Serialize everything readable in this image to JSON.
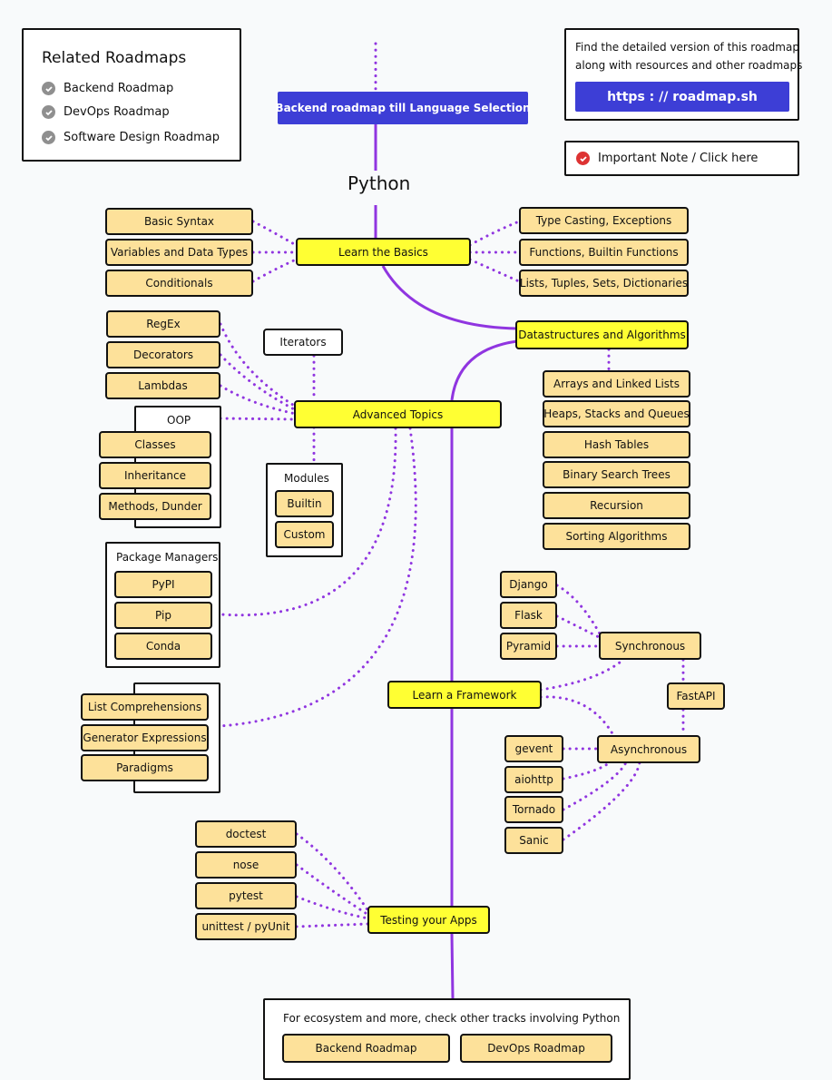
{
  "related": {
    "title": "Related Roadmaps",
    "items": [
      "Backend Roadmap",
      "DevOps Roadmap",
      "Software Design Roadmap"
    ]
  },
  "info": {
    "line1": "Find the detailed version of this roadmap",
    "line2": "along with resources and other roadmaps",
    "link": "https : // roadmap.sh"
  },
  "note": {
    "label": "Important Note / Click here"
  },
  "start": {
    "label": "Backend roadmap till Language Selection"
  },
  "python": "Python",
  "basics": {
    "label": "Learn the Basics",
    "left": [
      "Basic Syntax",
      "Variables and Data Types",
      "Conditionals"
    ],
    "right": [
      "Type Casting, Exceptions",
      "Functions, Builtin Functions",
      "Lists, Tuples, Sets, Dictionaries"
    ]
  },
  "dsa": {
    "label": "Datastructures and Algorithms",
    "items": [
      "Arrays and Linked Lists",
      "Heaps, Stacks and Queues",
      "Hash Tables",
      "Binary Search Trees",
      "Recursion",
      "Sorting Algorithms"
    ]
  },
  "advanced": {
    "label": "Advanced Topics",
    "left": [
      "RegEx",
      "Decorators",
      "Lambdas"
    ],
    "iterators": "Iterators",
    "oop": {
      "title": "OOP",
      "items": [
        "Classes",
        "Inheritance",
        "Methods, Dunder"
      ]
    },
    "modules": {
      "title": "Modules",
      "items": [
        "Builtin",
        "Custom"
      ]
    }
  },
  "package_managers": {
    "title": "Package Managers",
    "items": [
      "PyPI",
      "Pip",
      "Conda"
    ]
  },
  "comprehensions": {
    "items": [
      "List Comprehensions",
      "Generator Expressions",
      "Paradigms"
    ]
  },
  "framework": {
    "label": "Learn a Framework",
    "synchronous": "Synchronous",
    "sync_items": [
      "Django",
      "Flask",
      "Pyramid"
    ],
    "fastapi": "FastAPI",
    "asynchronous": "Asynchronous",
    "async_items": [
      "gevent",
      "aiohttp",
      "Tornado",
      "Sanic"
    ]
  },
  "testing": {
    "label": "Testing your Apps",
    "items": [
      "doctest",
      "nose",
      "pytest",
      "unittest / pyUnit"
    ]
  },
  "ecosystem": {
    "text": "For ecosystem and more, check other tracks involving Python",
    "buttons": [
      "Backend Roadmap",
      "DevOps Roadmap"
    ]
  },
  "colors": {
    "accent": "#3d3ed6",
    "topic": "#ffff33",
    "subtopic": "#fde19a",
    "line": "#9035e0"
  }
}
